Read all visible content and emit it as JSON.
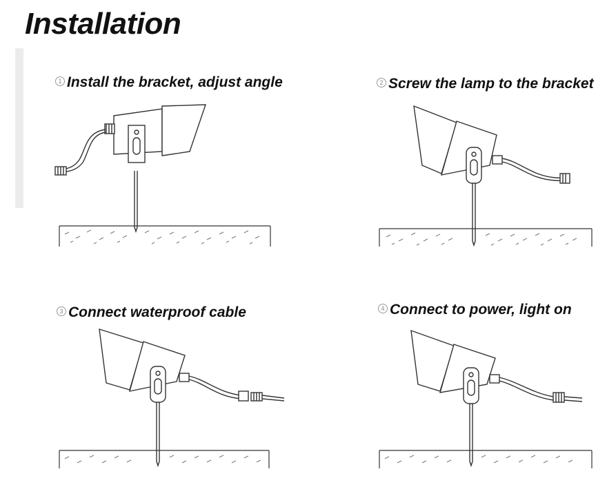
{
  "title": "Installation",
  "steps": [
    {
      "number": "1",
      "text": "Install the bracket, adjust angle"
    },
    {
      "number": "2",
      "text": "Screw the lamp to the bracket"
    },
    {
      "number": "3",
      "text": "Connect waterproof cable"
    },
    {
      "number": "4",
      "text": "Connect to power, light on"
    }
  ],
  "colors": {
    "line": "#333333",
    "ground_hatch": "#777777"
  }
}
